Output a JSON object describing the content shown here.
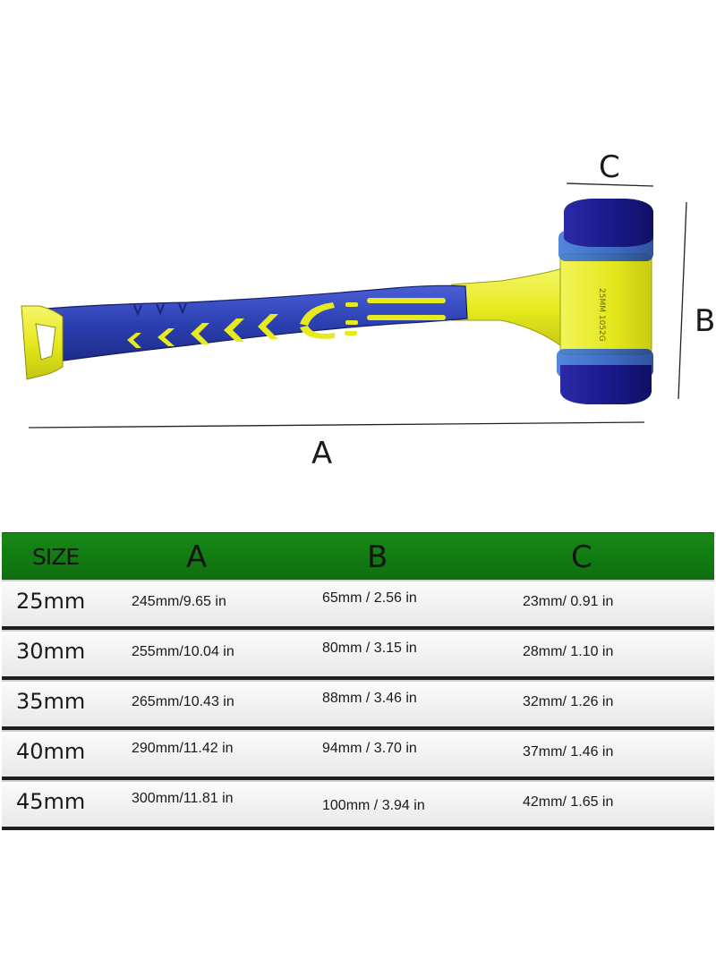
{
  "dimension_labels": {
    "length": "A",
    "head_height": "B",
    "head_width": "C"
  },
  "hammer": {
    "head_stamp": "25MM 1052G",
    "colors": {
      "handle_grip": "#2b3fb0",
      "handle_core": "#e6ea1e",
      "head_caps": "#1a1a8c"
    }
  },
  "table": {
    "header_color": "#13801a",
    "columns": [
      "SIZE",
      "A",
      "B",
      "C"
    ],
    "rows": [
      {
        "size": "25mm",
        "a": "245mm/9.65 in",
        "b": "65mm  / 2.56 in",
        "c": "23mm/ 0.91 in"
      },
      {
        "size": "30mm",
        "a": "255mm/10.04 in",
        "b": "80mm  / 3.15 in",
        "c": "28mm/ 1.10 in"
      },
      {
        "size": "35mm",
        "a": "265mm/10.43 in",
        "b": "88mm  / 3.46 in",
        "c": "32mm/ 1.26 in"
      },
      {
        "size": "40mm",
        "a": "290mm/11.42 in",
        "b": "94mm  / 3.70 in",
        "c": "37mm/ 1.46 in"
      },
      {
        "size": "45mm",
        "a": "300mm/11.81 in",
        "b": "100mm  / 3.94 in",
        "c": "42mm/ 1.65 in"
      }
    ]
  }
}
